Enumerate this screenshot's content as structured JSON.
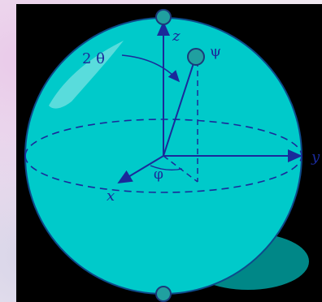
{
  "diagram": {
    "axis_labels": {
      "z": "z",
      "y": "y",
      "x": "x"
    },
    "state_label": "ψ",
    "theta_label": "2 θ",
    "phi_label": "φ"
  },
  "colors": {
    "sphere": "#00c8c8",
    "axes": "#1a2a9a",
    "shadow": "#007878",
    "background": "#000000"
  }
}
